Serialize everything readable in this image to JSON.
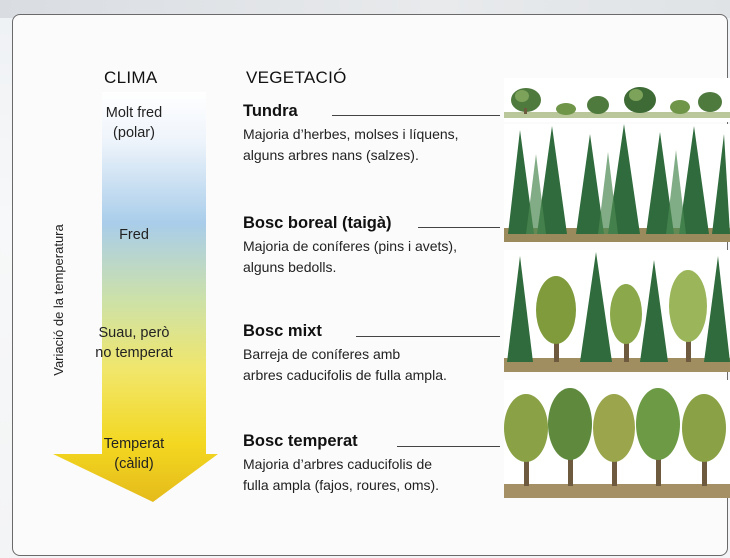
{
  "headers": {
    "climate": "CLIMA",
    "vegetation": "VEGETACIÓ"
  },
  "axis_label": "Variació de la temperatura",
  "climate": [
    {
      "id": "molt-fred",
      "line1": "Molt fred",
      "line2": "(polar)"
    },
    {
      "id": "fred",
      "line1": "Fred",
      "line2": ""
    },
    {
      "id": "suau",
      "line1": "Suau, però",
      "line2": "no temperat"
    },
    {
      "id": "temperat",
      "line1": "Temperat",
      "line2": "(càlid)"
    }
  ],
  "vegetation": [
    {
      "id": "tundra",
      "title": "Tundra",
      "desc1": "Majoria d’herbes, molses i líquens,",
      "desc2": "alguns arbres nans (salzes)."
    },
    {
      "id": "bosc-boreal",
      "title": "Bosc boreal (taigà)",
      "desc1": "Majoria de coníferes (pins i avets),",
      "desc2": "alguns bedolls."
    },
    {
      "id": "bosc-mixt",
      "title": "Bosc mixt",
      "desc1": "Barreja de coníferes amb",
      "desc2": "arbres caducifolis de fulla ampla."
    },
    {
      "id": "bosc-temperat",
      "title": "Bosc temperat",
      "desc1": "Majoria d’arbres caducifolis de",
      "desc2": "fulla ampla (fajos, roures, oms)."
    }
  ],
  "colors": {
    "arrow_top": "#ffffff",
    "arrow_cold": "#a9cdea",
    "arrow_mild": "#d8e68a",
    "arrow_warm": "#f3d720",
    "arrow_bottom": "#e5bb1b",
    "conifer": "#2f6b3c",
    "deciduous": "#7f9b3b",
    "trunk": "#6e5a3f"
  },
  "icons": {
    "tundra": "shrub-icon",
    "conifer": "conifer-tree-icon",
    "deciduous": "deciduous-tree-icon"
  }
}
